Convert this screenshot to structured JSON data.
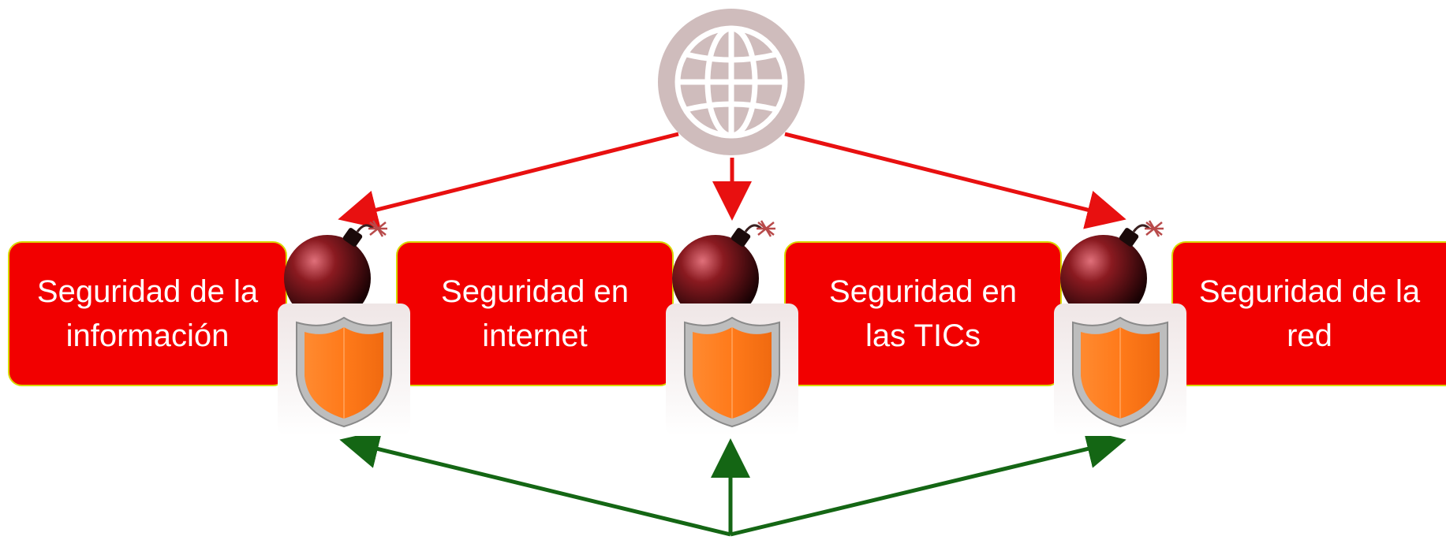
{
  "diagram": {
    "areas": [
      {
        "lines": [
          "Seguridad de la",
          "información"
        ]
      },
      {
        "lines": [
          "Seguridad en",
          "internet"
        ]
      },
      {
        "lines": [
          "Seguridad en",
          "las TICs"
        ]
      },
      {
        "lines": [
          "Seguridad de la",
          "red"
        ]
      }
    ],
    "icons": {
      "source": "globe-icon",
      "threats": "bomb-icon",
      "protection": "shield-icon"
    },
    "colors": {
      "box_fill": "#f20000",
      "box_border": "#d8d800",
      "threat_arrows": "#e81010",
      "protection_arrows": "#146614",
      "globe_ring": "#cfbcbc",
      "shield_fill": "#ff8026",
      "bomb_body": "#5a0f12"
    }
  }
}
